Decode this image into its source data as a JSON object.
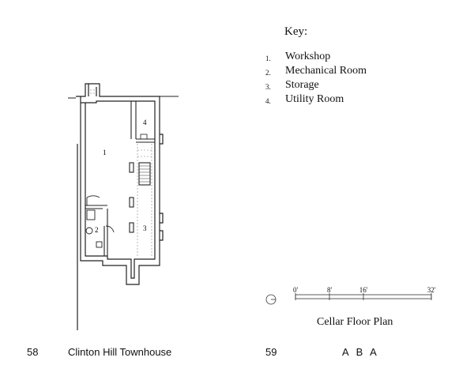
{
  "key": {
    "title": "Key:",
    "items": [
      {
        "number": "1.",
        "label": "Workshop"
      },
      {
        "number": "2.",
        "label": "Mechanical Room"
      },
      {
        "number": "3.",
        "label": "Storage"
      },
      {
        "number": "4.",
        "label": "Utility Room"
      }
    ]
  },
  "plan": {
    "room_labels": [
      "1",
      "2",
      "3",
      "4"
    ]
  },
  "scale_bar": {
    "ticks": [
      "0'",
      "8'",
      "16'",
      "32'"
    ],
    "tick_values": [
      0,
      8,
      16,
      32
    ],
    "max": 32
  },
  "drawing_title": "Cellar Floor Plan",
  "footer": {
    "left_page_number": "58",
    "left_title": "Clinton Hill Townhouse",
    "right_page_number": "59",
    "right_title": "A B A"
  }
}
